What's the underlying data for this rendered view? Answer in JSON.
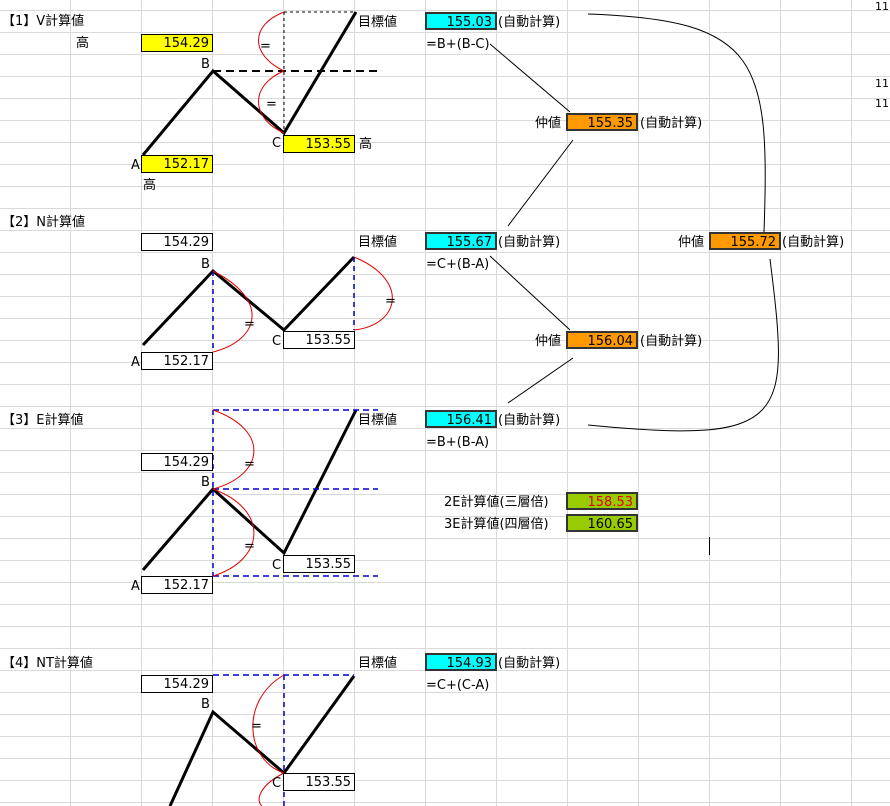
{
  "common": {
    "auto": "(自動計算)"
  },
  "s1": {
    "title": "【1】V計算値",
    "high_label": "高",
    "a": "152.17",
    "b": "154.29",
    "c": "153.55",
    "pa": "A",
    "pb": "B",
    "pc": "C",
    "target_label": "目標値",
    "target": "155.03",
    "formula": "=B+(B-C)"
  },
  "mid1": {
    "label": "仲値",
    "value": "155.35"
  },
  "s2": {
    "title": "【2】N計算値",
    "a": "152.17",
    "b": "154.29",
    "c": "153.55",
    "pa": "A",
    "pb": "B",
    "pc": "C",
    "target_label": "目標値",
    "target": "155.67",
    "formula": "=C+(B-A)"
  },
  "mid3": {
    "label": "仲値",
    "value": "155.72"
  },
  "mid2": {
    "label": "仲値",
    "value": "156.04"
  },
  "s3": {
    "title": "【3】E計算値",
    "a": "152.17",
    "b": "154.29",
    "c": "153.55",
    "pa": "A",
    "pb": "B",
    "pc": "C",
    "target_label": "目標値",
    "target": "156.41",
    "formula": "=B+(B-A)"
  },
  "e_ext": {
    "e2_label": "2E計算値(三層倍)",
    "e2": "158.53",
    "e3_label": "3E計算値(四層倍)",
    "e3": "160.65"
  },
  "s4": {
    "title": "【4】NT計算値",
    "b": "154.29",
    "c": "153.55",
    "pb": "B",
    "pc": "C",
    "target_label": "目標値",
    "target": "154.93",
    "formula": "=C+(C-A)"
  },
  "edge": {
    "n1": "11",
    "n2": "11",
    "n3": "11"
  },
  "colors": {
    "input_cell": "#ffff00",
    "target_cell": "#00ffff",
    "mid_cell": "#ff9900",
    "ext_cell": "#99cc00",
    "arc": "#e00000",
    "guide": "#0000cc"
  }
}
